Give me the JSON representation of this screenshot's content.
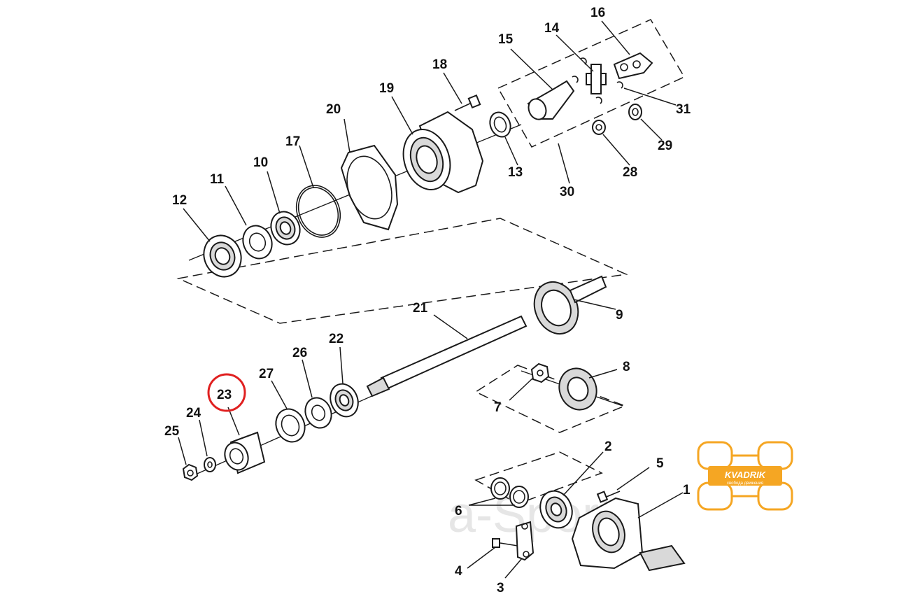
{
  "diagram": {
    "type": "exploded parts diagram",
    "highlighted_part": "23",
    "highlight_color": "#e02020",
    "logo_color": "#f5a623",
    "watermark_color": "#e6e6e6",
    "logo_icon": "atv-tires-icon"
  },
  "labels": {
    "p1": "1",
    "p2": "2",
    "p3": "3",
    "p4": "4",
    "p5": "5",
    "p6": "6",
    "p7": "7",
    "p8": "8",
    "p9": "9",
    "p10": "10",
    "p11": "11",
    "p12": "12",
    "p13": "13",
    "p14": "14",
    "p15": "15",
    "p16": "16",
    "p17": "17",
    "p18": "18",
    "p19": "19",
    "p20": "20",
    "p21": "21",
    "p22": "22",
    "p23": "23",
    "p24": "24",
    "p25": "25",
    "p26": "26",
    "p27": "27",
    "p28": "28",
    "p29": "29",
    "p30": "30",
    "p31": "31"
  },
  "logo": {
    "brand": "KVADRIK",
    "tagline": "свобода движения"
  },
  "watermark": {
    "text": "a-Sport"
  }
}
